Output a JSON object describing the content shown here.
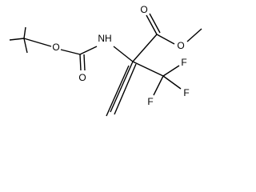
{
  "structure": {
    "atoms": {
      "carbonyl_o_ester": "O",
      "ester_o": "O",
      "nh": "NH",
      "carbamate_o": "O",
      "carbonyl_o_carbamate": "O",
      "f1": "F",
      "f2": "F",
      "f3": "F"
    }
  },
  "colors": {
    "bond": "#000000",
    "label": "#000000",
    "background": "#ffffff"
  }
}
